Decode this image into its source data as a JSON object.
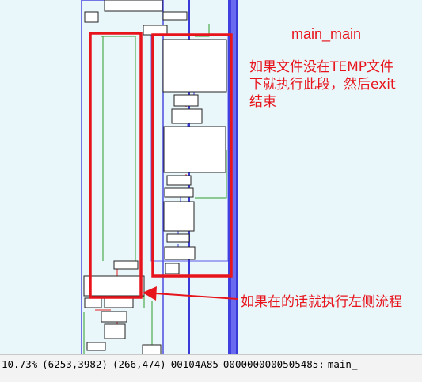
{
  "graph": {
    "function_name": "main_main",
    "annotation_top": "如果文件没在TEMP文件下就执行此段，然后exit结束",
    "annotation_top_lines": [
      "如果文件没在TEMP文件",
      "下就执行此段，然后exit",
      "结束"
    ],
    "annotation_bottom": "如果在的话就执行左侧流程",
    "highlight_color": "#e8141c",
    "edge_true_color": "#2e9e2e",
    "edge_false_color": "#e02020",
    "edge_normal_color": "#3a3ad8"
  },
  "status_bar": {
    "zoom": "10.73%",
    "mouse_coords": "(6253,3982)",
    "view_coords": "(266,474)",
    "file_offset": "00104A85",
    "address": "0000000000505485:",
    "function": "main_"
  }
}
